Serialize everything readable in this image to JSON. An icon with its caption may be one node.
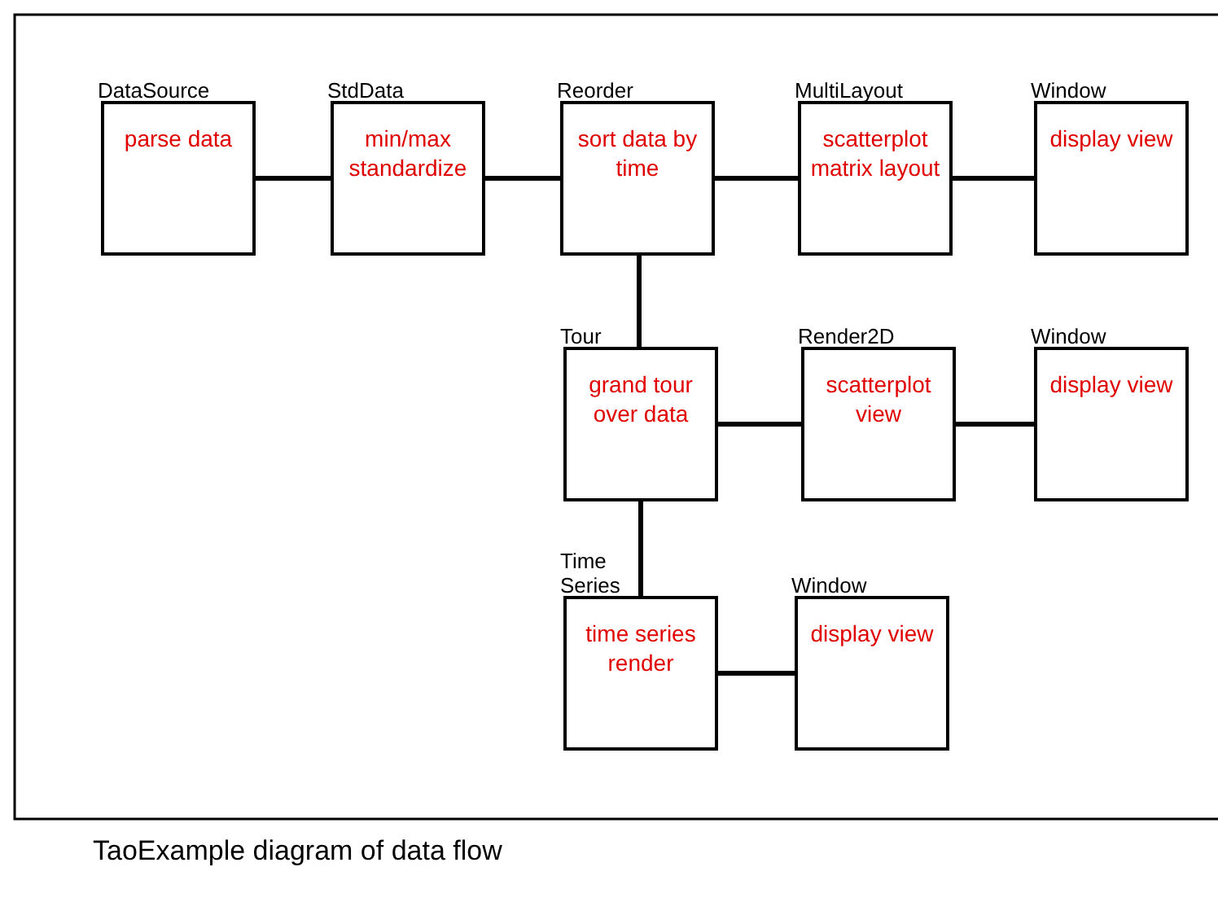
{
  "diagram": {
    "caption": "TaoExample diagram of data flow",
    "nodes": [
      {
        "text": [
          "DataSource",
          "parse data"
        ]
      },
      {
        "text": [
          "StdData",
          "min/max standardize"
        ]
      },
      {
        "text": [
          "Reorder",
          "sort data by time"
        ]
      },
      {
        "text": [
          "MultiLayout",
          "scatterplot matrix layout"
        ]
      },
      {
        "text": [
          "Window",
          "display view"
        ]
      },
      {
        "text": [
          "Tour",
          "grand tour over data"
        ]
      },
      {
        "text": [
          "Render2D",
          "scatterplot view"
        ]
      },
      {
        "text": [
          "Window",
          "display view"
        ]
      },
      {
        "text": [
          "Time Series",
          "time series render"
        ]
      },
      {
        "text": [
          "Window",
          "display view"
        ]
      }
    ],
    "edges": [
      {
        "from": 0,
        "to": 1,
        "arrow": "none"
      },
      {
        "from": 1,
        "to": 2,
        "arrow": "none"
      },
      {
        "from": 2,
        "to": 3,
        "arrow": "none"
      },
      {
        "from": 3,
        "to": 4,
        "arrow": "none"
      },
      {
        "from": 2,
        "to": 5,
        "arrow": "none"
      },
      {
        "from": 5,
        "to": 6,
        "arrow": "none"
      },
      {
        "from": 6,
        "to": 7,
        "arrow": "none"
      },
      {
        "from": 5,
        "to": 8,
        "arrow": "none"
      },
      {
        "from": 8,
        "to": 9,
        "arrow": "none"
      }
    ]
  }
}
